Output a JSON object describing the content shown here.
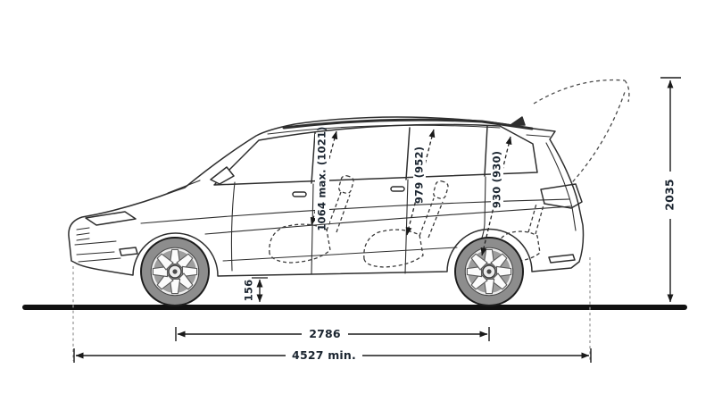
{
  "diagram": {
    "type": "vehicle-side-view-dimension-drawing",
    "dimensions": {
      "headroom_row1": "1064 max. (1021)",
      "headroom_row2": "979 (952)",
      "headroom_row3": "930 (930)",
      "ground_clearance": "156",
      "height_tailgate_open": "2035",
      "wheelbase": "2786",
      "overall_length": "4527 min."
    },
    "colors": {
      "line": "#2e2e2e",
      "dimension_text": "#1b2530",
      "tire": "#8d8d8d",
      "ground": "#111111",
      "extension_dash": "#9a9a9a"
    }
  }
}
